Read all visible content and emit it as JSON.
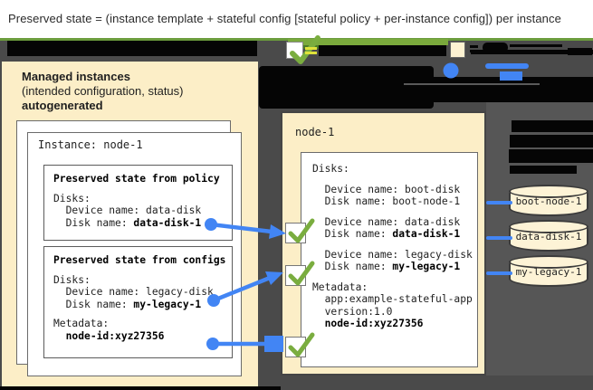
{
  "title": "Preserved state = (instance template + stateful config [stateful policy + per-instance config]) per instance",
  "colors": {
    "accent_blue": "#4285f4",
    "check_green": "#7aad3f",
    "legend_green_bar": "#7aa93c",
    "panel_cream": "#fceec7",
    "disk_cream": "#fdf3d6",
    "background_gray": "#4a4a4a",
    "redaction_black": "#050505",
    "title_bar_white": "#ffffff"
  },
  "left_panel": {
    "heading_line1": "Managed instances",
    "heading_line2": "(intended configuration, status)",
    "heading_line3": "autogenerated",
    "instance_title": "Instance: node-1",
    "policy_box": {
      "lines": [
        {
          "b": "Preserved state from policy"
        },
        {
          "gap": true
        },
        {
          "t": "Disks:"
        },
        {
          "t": "  Device name: data-disk"
        },
        {
          "t": "  Disk name: ",
          "b": "data-disk-1"
        }
      ]
    },
    "configs_box": {
      "lines": [
        {
          "b": "Preserved state from configs"
        },
        {
          "gap": true
        },
        {
          "t": "Disks:"
        },
        {
          "t": "  Device name: legacy-disk"
        },
        {
          "t": "  Disk name: ",
          "b": "my-legacy-1"
        },
        {
          "gap": true
        },
        {
          "t": "Metadata:"
        },
        {
          "t": "  ",
          "b": "node-id:xyz27356"
        }
      ]
    }
  },
  "right_panel": {
    "title": "node-1",
    "lines": [
      {
        "t": "Disks:"
      },
      {
        "gap": true
      },
      {
        "t": "  Device name: boot-disk"
      },
      {
        "t": "  Disk name: boot-node-1"
      },
      {
        "gap": true
      },
      {
        "t": "  Device name: data-disk"
      },
      {
        "t": "  Disk name: ",
        "b": "data-disk-1"
      },
      {
        "gap": true
      },
      {
        "t": "  Device name: legacy-disk"
      },
      {
        "t": "  Disk name: ",
        "b": "my-legacy-1"
      },
      {
        "gap": true
      },
      {
        "t": "Metadata:"
      },
      {
        "t": "  app:example-stateful-app"
      },
      {
        "t": "  version:1.0"
      },
      {
        "t": "  ",
        "b": "node-id:xyz27356"
      }
    ]
  },
  "disks": [
    {
      "label": "boot-node-1"
    },
    {
      "label": "data-disk-1"
    },
    {
      "label": "my-legacy-1"
    }
  ]
}
